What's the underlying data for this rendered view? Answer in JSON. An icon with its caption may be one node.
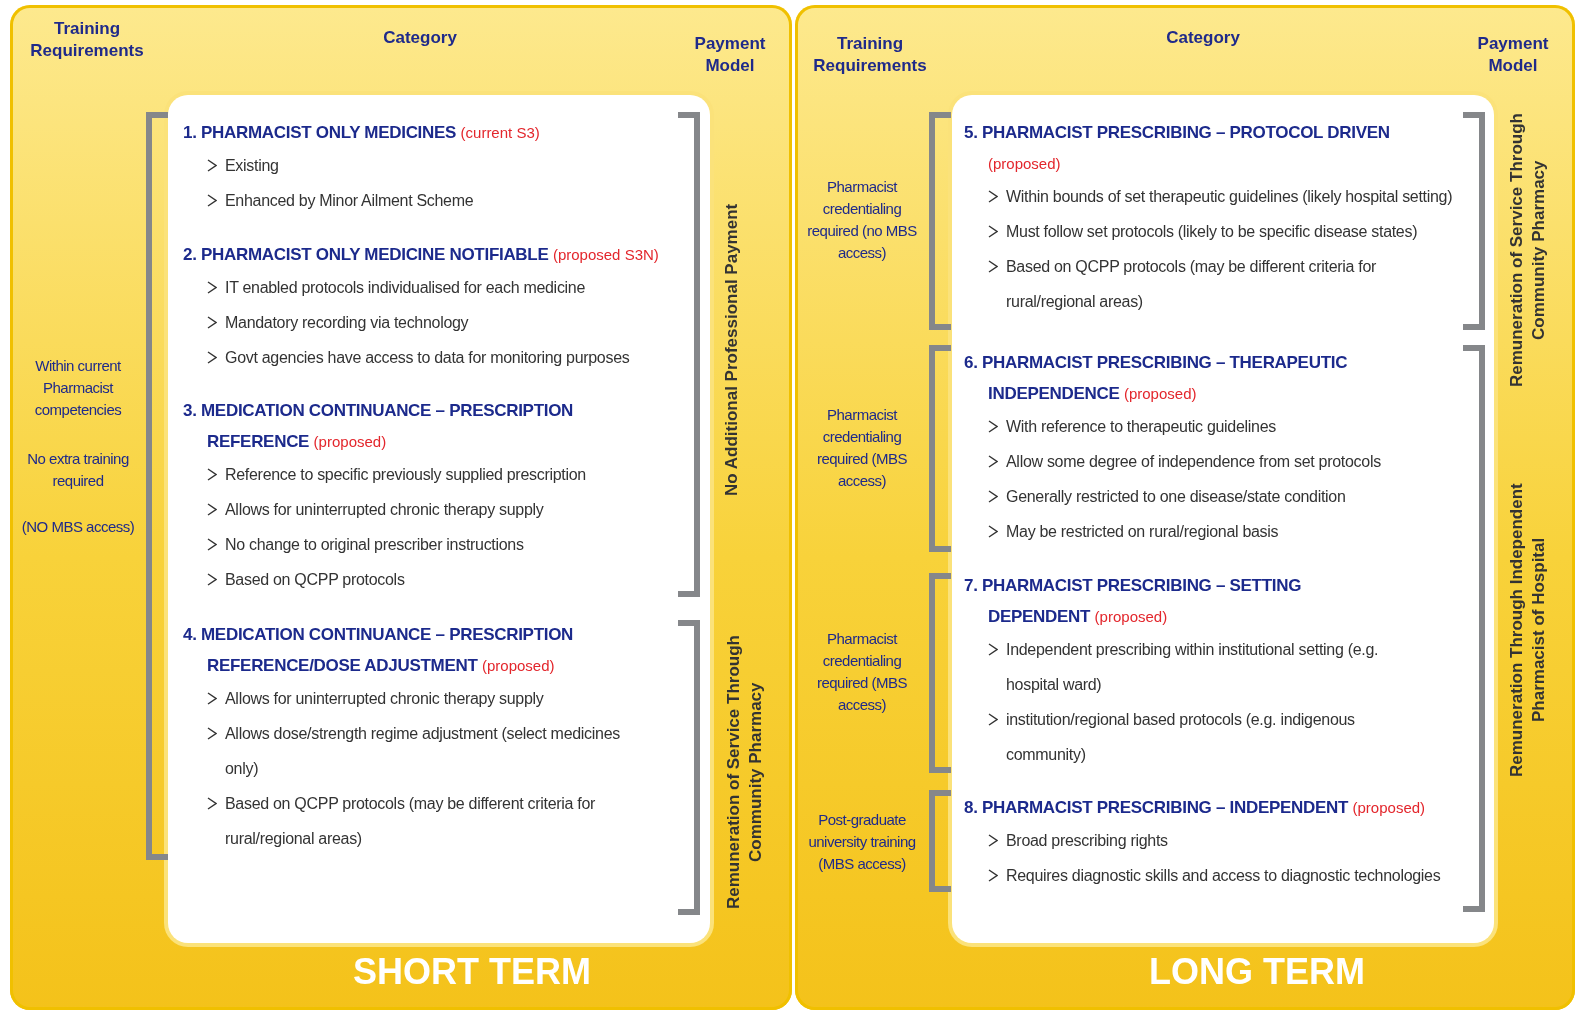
{
  "diagram": {
    "nodes": [
      {
        "text": [
          "Training Requirements",
          "Category",
          "Payment Model",
          "Within current Pharmacist competencies",
          "No extra training required",
          "(NO MBS access)",
          "No Additional Professional Payment",
          "Remuneration of Service Through Community Pharmacy",
          "SHORT TERM"
        ]
      },
      {
        "text": [],
        "shape": "box",
        "in": 0
      },
      {
        "text": [
          "1. PHARMACIST ONLY MEDICINES",
          "(current S3)",
          "Existing",
          "Enhanced by Minor Ailment Scheme"
        ],
        "in": 1
      },
      {
        "text": [
          "2. PHARMACIST ONLY MEDICINE NOTIFIABLE",
          "(proposed S3N)",
          "IT enabled protocols individualised for each medicine",
          "Mandatory recording via technology",
          "Govt agencies have access to data for monitoring purposes"
        ],
        "in": 1
      },
      {
        "text": [
          "3. MEDICATION CONTINUANCE – PRESCRIPTION REFERENCE",
          "(proposed)",
          "Reference to specific previously supplied prescription",
          "Allows for uninterrupted chronic therapy supply",
          "No change to original prescriber instructions",
          "Based on QCPP protocols"
        ],
        "in": 1
      },
      {
        "text": [
          "4. MEDICATION CONTINUANCE – PRESCRIPTION REFERENCE/DOSE ADJUSTMENT",
          "(proposed)",
          "Allows for uninterrupted chronic therapy supply",
          "Allows dose/strength regime adjustment (select medicines only)",
          "Based on QCPP protocols (may be different criteria for rural/regional areas)"
        ],
        "in": 1
      },
      {
        "text": [
          "Training Requirements",
          "Category",
          "Payment Model",
          "Pharmacist credentialing required (no MBS access)",
          "Pharmacist credentialing required (MBS access)",
          "Pharmacist credentialing required (MBS access)",
          "Post-graduate university training (MBS access)",
          "Remuneration of Service Through Community Pharmacy",
          "Remuneration Through Independent Pharmacist of Hospital",
          "LONG TERM"
        ]
      },
      {
        "text": [],
        "shape": "box",
        "in": 6
      },
      {
        "text": [
          "5. PHARMACIST PRESCRIBING – PROTOCOL DRIVEN",
          "(proposed)",
          "Within bounds of set therapeutic guidelines (likely hospital setting)",
          "Must follow set protocols (likely to be specific disease states)",
          "Based on QCPP protocols (may be different criteria for rural/regional areas)"
        ],
        "in": 7
      },
      {
        "text": [
          "6. PHARMACIST PRESCRIBING – THERAPEUTIC INDEPENDENCE",
          "(proposed)",
          "With reference to therapeutic guidelines",
          "Allow some degree of independence from set protocols",
          "Generally restricted to one disease/state condition",
          "May be restricted on rural/regional basis"
        ],
        "in": 7
      },
      {
        "text": [
          "7. PHARMACIST PRESCRIBING – SETTING DEPENDENT",
          "(proposed)",
          "Independent prescribing within institutional setting (e.g. hospital ward)",
          "institution/regional based protocols (e.g. indigenous community)"
        ],
        "in": 7
      },
      {
        "text": [
          "8. PHARMACIST PRESCRIBING – INDEPENDENT",
          "(proposed)",
          "Broad prescribing rights",
          "Requires diagnostic skills and access to diagnostic technologies"
        ],
        "in": 7
      }
    ]
  }
}
